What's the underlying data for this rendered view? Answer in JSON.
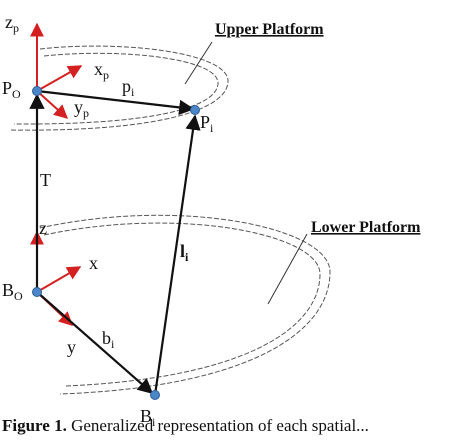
{
  "labels": {
    "upper_platform": "Upper Platform",
    "lower_platform": "Lower Platform",
    "z_p": {
      "base": "z",
      "sub": "p"
    },
    "x_p": {
      "base": "x",
      "sub": "p"
    },
    "y_p": {
      "base": "y",
      "sub": "p"
    },
    "P_O": {
      "base": "P",
      "sub": "O"
    },
    "p_i": {
      "base": "p",
      "sub": "i"
    },
    "P_i": {
      "base": "P",
      "sub": "i"
    },
    "T": "T",
    "z": "z",
    "x": "x",
    "y": "y",
    "B_O": {
      "base": "B",
      "sub": "O"
    },
    "b_i": {
      "base": "b",
      "sub": "i"
    },
    "l_i": {
      "base": "l",
      "sub": "i"
    },
    "B_i": {
      "base": "B",
      "sub": "i"
    }
  },
  "caption": {
    "label": "Figure 1.",
    "text": " Generalized representation of each spatial..."
  },
  "colors": {
    "axis": "#d42020",
    "vector": "#111111",
    "point": "#4a86c8",
    "platform_outline": "#555555"
  }
}
